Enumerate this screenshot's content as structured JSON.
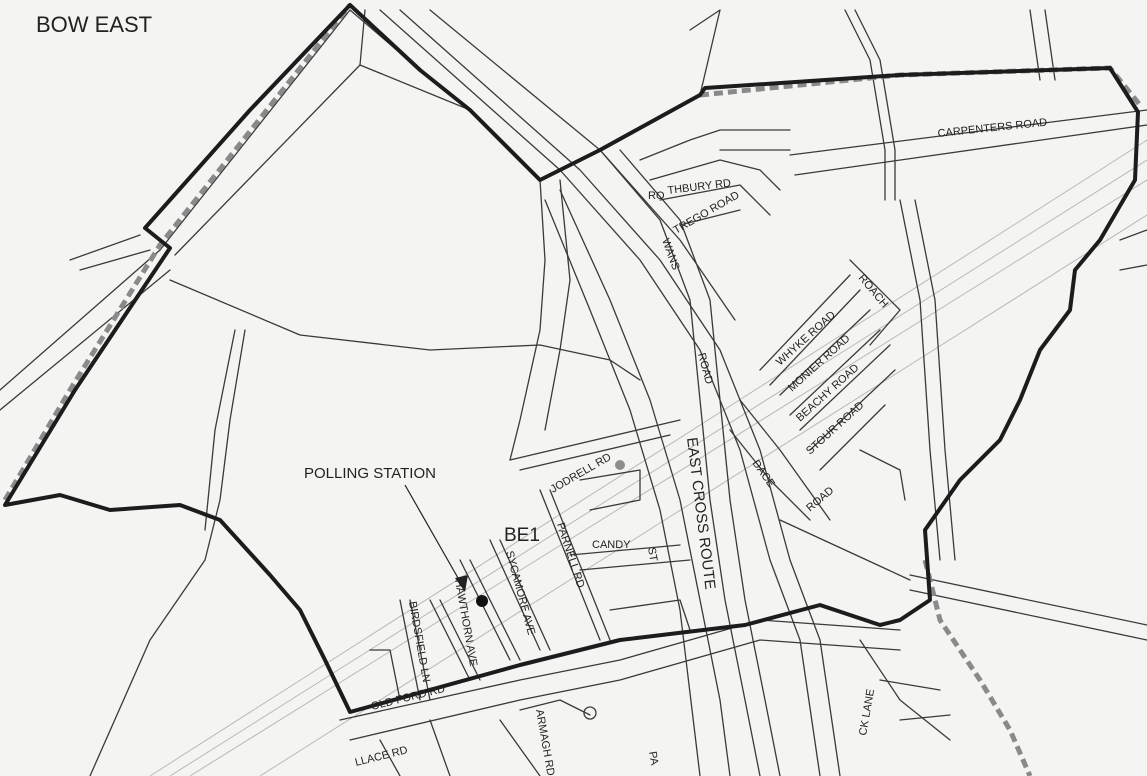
{
  "map": {
    "title": "BOW EAST",
    "ward_code": "BE1",
    "polling_label": "POLLING STATION",
    "streets": {
      "carpenters_road": "CARPENTERS ROAD",
      "rothbury_ro": "RO",
      "rothbury_rest": "THBURY RD",
      "trego_road": "TREGO ROAD",
      "wans": "WANS",
      "road": "ROAD",
      "roach": "ROACH",
      "whyke_road": "WHYKE ROAD",
      "monier_road": "MONIER ROAD",
      "beachy_road": "BEACHY ROAD",
      "stour_road": "STOUR ROAD",
      "dace": "DACE",
      "dace_road": "ROAD",
      "east_cross_route": "EAST CROSS ROUTE",
      "jodrell_rd": "JODRELL RD",
      "candy": "CANDY",
      "st": "ST",
      "parnell_rd": "PARNELL RD",
      "sycamore_ave": "SYCAMORE AVE",
      "hawthorn_ave": "HAWTHORN AVE",
      "birdsfield_ln": "BIRDSFIELD LN",
      "old_ford_rd": "OLD FORD RD",
      "armagh_rd": "ARMAGH RD",
      "wallace_rd": "LLACE RD",
      "pa": "PA",
      "ck_lane": "CK LANE"
    },
    "colors": {
      "boundary": "#1c1c1c",
      "borough_boundary": "#8a8a8a",
      "roads": "#3a3a3a",
      "background": "#f4f4f2"
    }
  }
}
